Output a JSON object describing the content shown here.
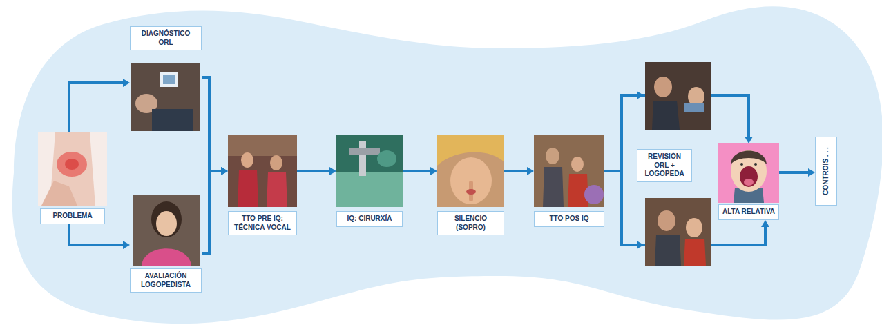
{
  "diagram": {
    "nodes": [
      {
        "text": [
          "PROBLEMA"
        ]
      },
      {
        "text": [
          "DIAGNÓSTICO ORL"
        ]
      },
      {
        "text": [
          "AVALIACIÓN LOGOPEDISTA"
        ]
      },
      {
        "text": [
          "TTO PRE IQ: TÉCNICA VOCAL"
        ]
      },
      {
        "text": [
          "IQ: CIRURXÍA"
        ]
      },
      {
        "text": [
          "SILENCIO (SOPRO)"
        ]
      },
      {
        "text": [
          "TTO POS IQ"
        ]
      },
      {
        "text": [
          "REVISIÓN ORL + LOGOPEDA"
        ]
      },
      {
        "text": [
          "ALTA RELATIVA"
        ]
      },
      {
        "text": [
          "CONTROIS . . ."
        ]
      }
    ],
    "edges": [
      {
        "from": 0,
        "to": 1,
        "arrow": "to"
      },
      {
        "from": 0,
        "to": 2,
        "arrow": "to"
      },
      {
        "from": 1,
        "to": 3,
        "arrow": "to"
      },
      {
        "from": 2,
        "to": 3,
        "arrow": "to"
      },
      {
        "from": 3,
        "to": 4,
        "arrow": "to"
      },
      {
        "from": 4,
        "to": 5,
        "arrow": "to"
      },
      {
        "from": 5,
        "to": 6,
        "arrow": "to"
      },
      {
        "from": 6,
        "to": 8,
        "arrow": "to"
      },
      {
        "from": 6,
        "to": 8,
        "arrow": "to"
      },
      {
        "from": 8,
        "to": 9,
        "arrow": "to"
      }
    ]
  }
}
